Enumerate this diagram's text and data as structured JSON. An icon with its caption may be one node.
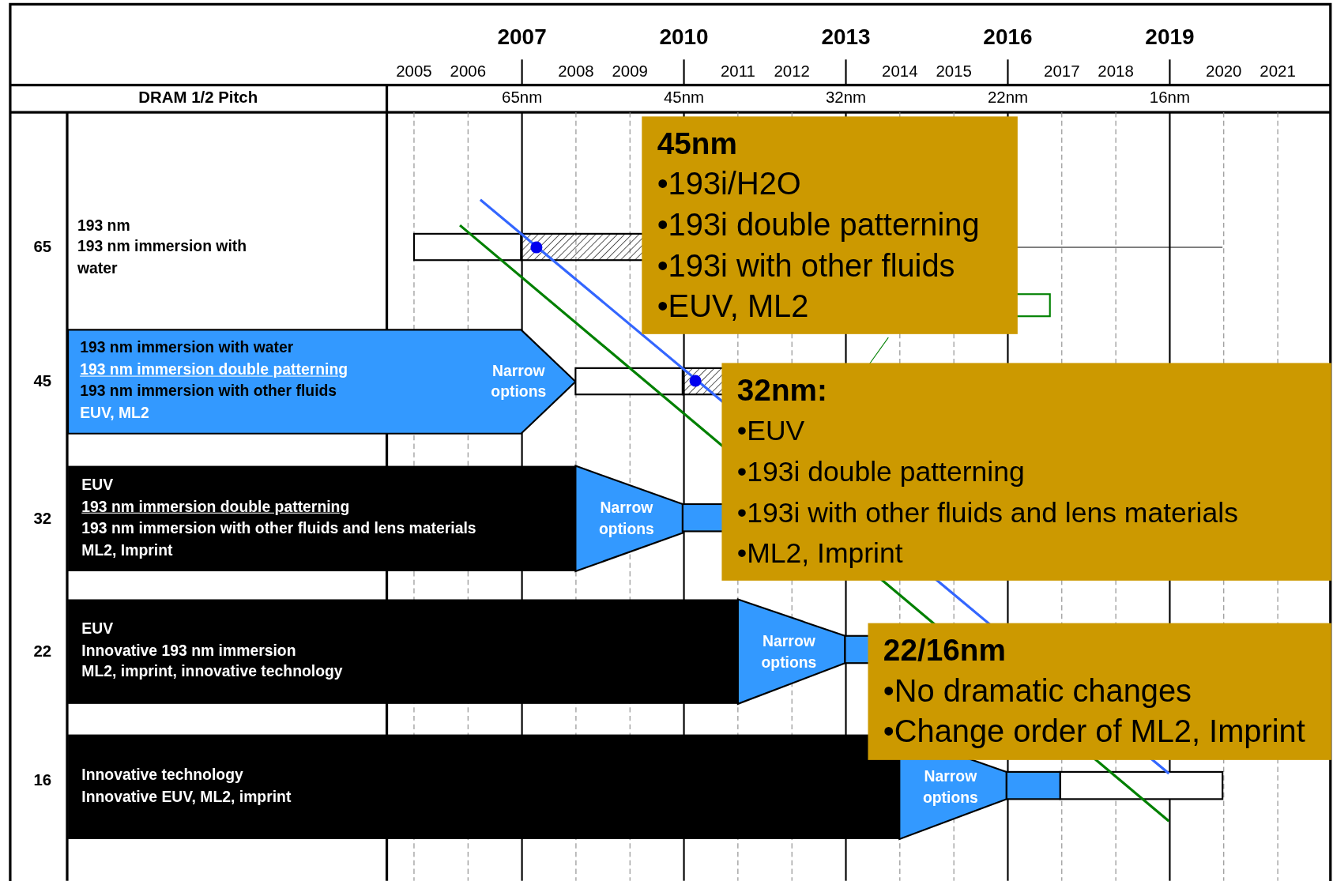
{
  "diagram": {
    "nodes": [
      {
        "text": [
          "193 nm immersion with water",
          "193 nm immersion double patterning",
          "193 nm immersion with other fluids",
          "EUV, ML2",
          "Narrow options"
        ]
      },
      {
        "text": [
          "EUV",
          "193 nm immersion double patterning",
          "193 nm immersion with other fluids and lens materials",
          "ML2, Imprint"
        ]
      },
      {
        "text": [
          "Narrow options"
        ]
      },
      {
        "text": [
          "EUV",
          "Innovative 193 nm immersion",
          "ML2, imprint, innovative technology"
        ]
      },
      {
        "text": [
          "Narrow options"
        ]
      },
      {
        "text": [
          "Innovative technology",
          "Innovative EUV, ML2, imprint"
        ]
      },
      {
        "text": [
          "Narrow options"
        ]
      },
      {
        "text": [
          "45nm",
          "•193i/H2O",
          "•193i double patterning",
          "•193i with other fluids",
          "•EUV, ML2"
        ]
      },
      {
        "text": [
          "32nm:",
          "•EUV",
          "•193i double patterning",
          "•193i with other fluids and lens materials",
          "•ML2, Imprint"
        ]
      },
      {
        "text": [
          "22/16nm",
          "•No dramatic changes",
          "•Change order of ML2, Imprint"
        ]
      }
    ],
    "labels": [
      "2007",
      "2010",
      "2013",
      "2016",
      "2019",
      "2005",
      "2006",
      "2008",
      "2009",
      "2011",
      "2012",
      "2014",
      "2015",
      "2017",
      "2018",
      "2020",
      "2021",
      "DRAM 1/2 Pitch",
      "65nm",
      "45nm",
      "32nm",
      "22nm",
      "16nm",
      "65",
      "193 nm",
      "193 nm immersion with water",
      "45",
      "32",
      "22",
      "16"
    ]
  }
}
